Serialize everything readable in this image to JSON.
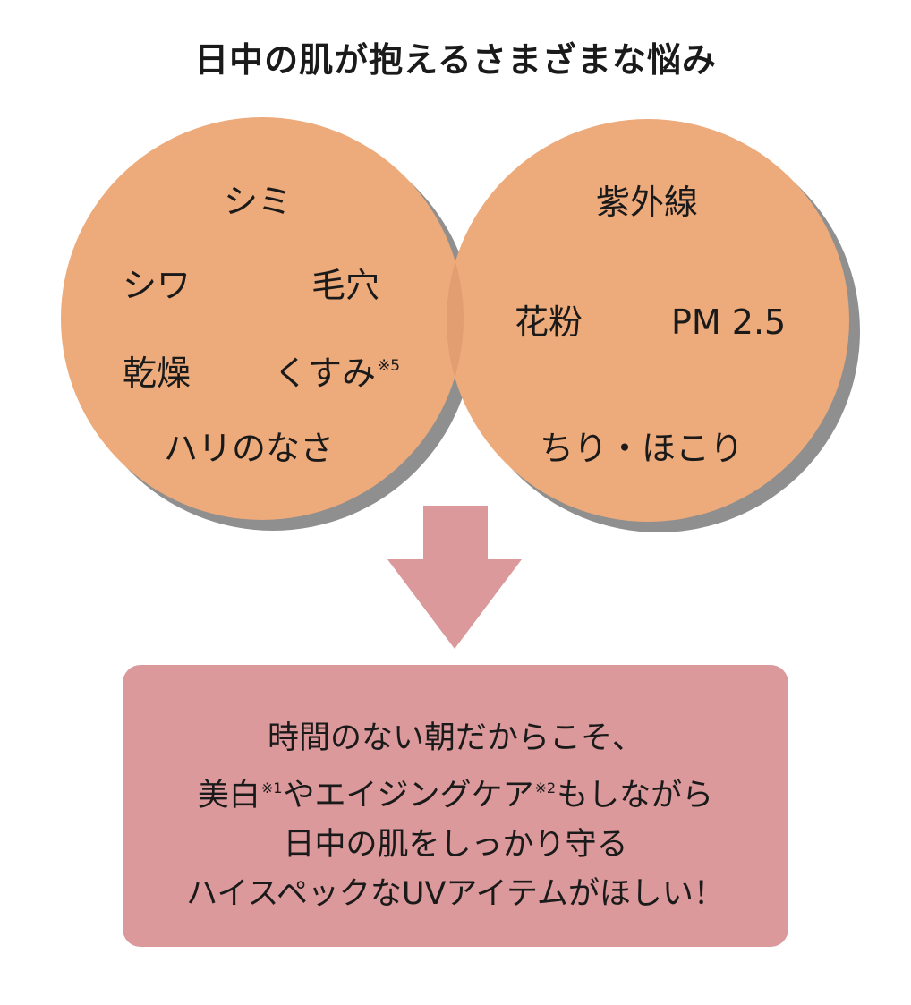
{
  "title": "日中の肌が抱えるさまざまな悩み",
  "left_circle": {
    "shimi": "シミ",
    "shiwa": "シワ",
    "keana": "毛穴",
    "kanso": "乾燥",
    "kusumi": "くすみ",
    "kusumi_note": "※5",
    "hari": "ハリのなさ"
  },
  "right_circle": {
    "shigaisen": "紫外線",
    "kafun": "花粉",
    "pm": "PM 2.5",
    "chiri": "ちり・ほこり"
  },
  "colors": {
    "circle": "#edaa7b",
    "overlap": "#e29e70",
    "shadow": "#8f8f8f",
    "arrow": "#db999b",
    "box": "#db999b"
  },
  "message": {
    "line1": "時間のない朝だからこそ、",
    "line2_a": "美白",
    "line2_note1": "※1",
    "line2_b": "やエイジングケア",
    "line2_note2": "※2",
    "line2_c": "もしながら",
    "line3": "日中の肌をしっかり守る",
    "line4": "ハイスペックなUVアイテムがほしい！"
  }
}
